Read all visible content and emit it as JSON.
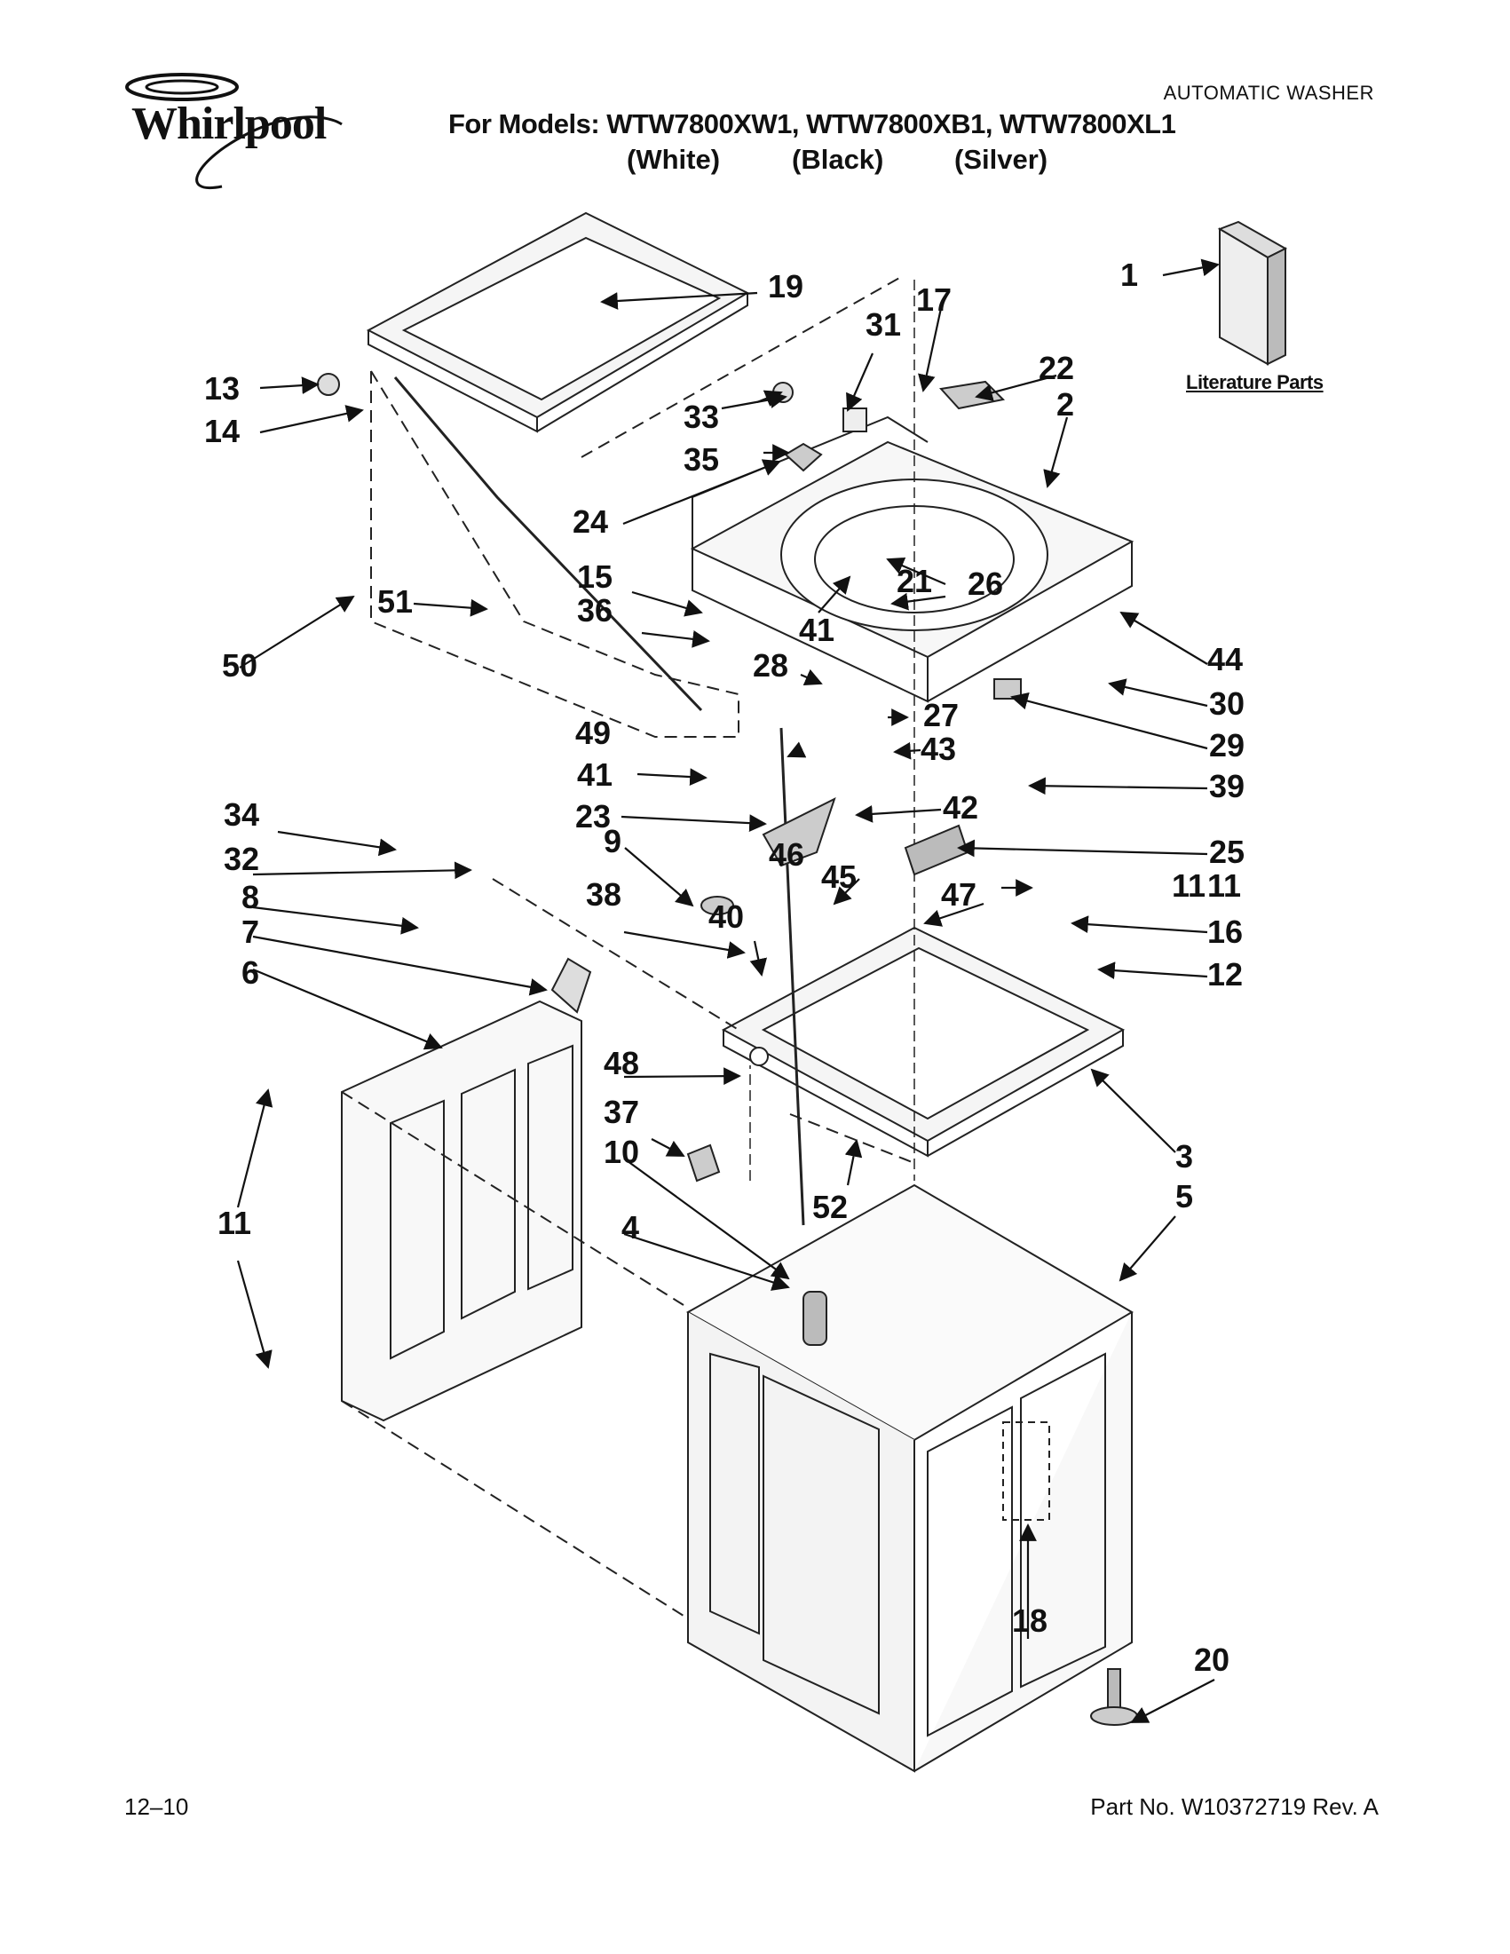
{
  "header": {
    "brand": "Whirlpool",
    "models_line": "For Models: WTW7800XW1, WTW7800XB1, WTW7800XL1",
    "variants": [
      "(White)",
      "(Black)",
      "(Silver)"
    ],
    "document_type": "AUTOMATIC WASHER"
  },
  "literature_label": "Literature Parts",
  "footer": {
    "date": "12–10",
    "part_number": "Part No. W10372719 Rev. A"
  },
  "callouts": [
    "1",
    "2",
    "3",
    "4",
    "5",
    "6",
    "7",
    "8",
    "9",
    "10",
    "11",
    "11",
    "11",
    "12",
    "13",
    "14",
    "15",
    "16",
    "17",
    "18",
    "19",
    "20",
    "21",
    "22",
    "23",
    "24",
    "25",
    "26",
    "27",
    "28",
    "29",
    "30",
    "31",
    "32",
    "33",
    "34",
    "35",
    "36",
    "37",
    "38",
    "39",
    "40",
    "41",
    "41",
    "42",
    "43",
    "44",
    "45",
    "46",
    "47",
    "48",
    "49",
    "50",
    "51",
    "52"
  ]
}
